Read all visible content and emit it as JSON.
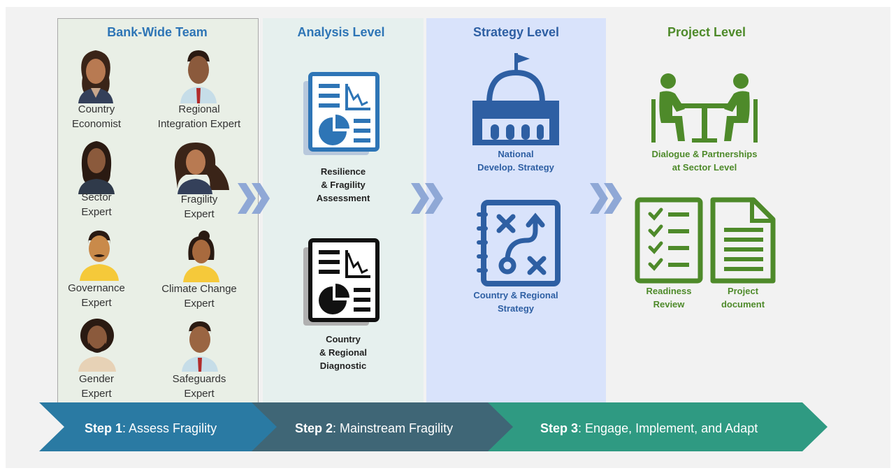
{
  "columns": {
    "team_title": "Bank-Wide Team",
    "analysis_title": "Analysis Level",
    "strategy_title": "Strategy Level",
    "project_title": "Project Level"
  },
  "team": {
    "country_economist": [
      "Country",
      "Economist"
    ],
    "regional_integration": [
      "Regional",
      "Integration Expert"
    ],
    "sector_expert": [
      "Sector",
      "Expert"
    ],
    "fragility_expert": [
      "Fragility",
      "Expert"
    ],
    "governance_expert": [
      "Governance",
      "Expert"
    ],
    "climate_expert": [
      "Climate Change",
      "Expert"
    ],
    "gender_expert": [
      "Gender",
      "Expert"
    ],
    "safeguards_expert": [
      "Safeguards",
      "Expert"
    ]
  },
  "analysis": {
    "resilience": [
      "Resilience",
      "& Fragility",
      "Assessment"
    ],
    "diagnostic": [
      "Country",
      "& Regional",
      "Diagnostic"
    ]
  },
  "strategy": {
    "national": [
      "National",
      "Develop. Strategy"
    ],
    "regional": [
      "Country & Regional",
      "Strategy"
    ]
  },
  "project": {
    "dialogue": [
      "Dialogue & Partnerships",
      "at Sector Level"
    ],
    "readiness": [
      "Readiness",
      "Review"
    ],
    "document": [
      "Project",
      "document"
    ]
  },
  "steps": {
    "step1_bold": "Step 1",
    "step1_text": ": Assess Fragility",
    "step2_bold": "Step 2",
    "step2_text": ": Mainstream Fragility",
    "step3_bold": "Step 3",
    "step3_text": ": Engage, Implement, and Adapt"
  },
  "colors": {
    "team_blue": "#2e75b6",
    "strategy_blue": "#2e5fa3",
    "project_green": "#4e8a2a",
    "step1": "#2a7aa3",
    "step2": "#3f6676",
    "step3": "#2f9a82"
  }
}
